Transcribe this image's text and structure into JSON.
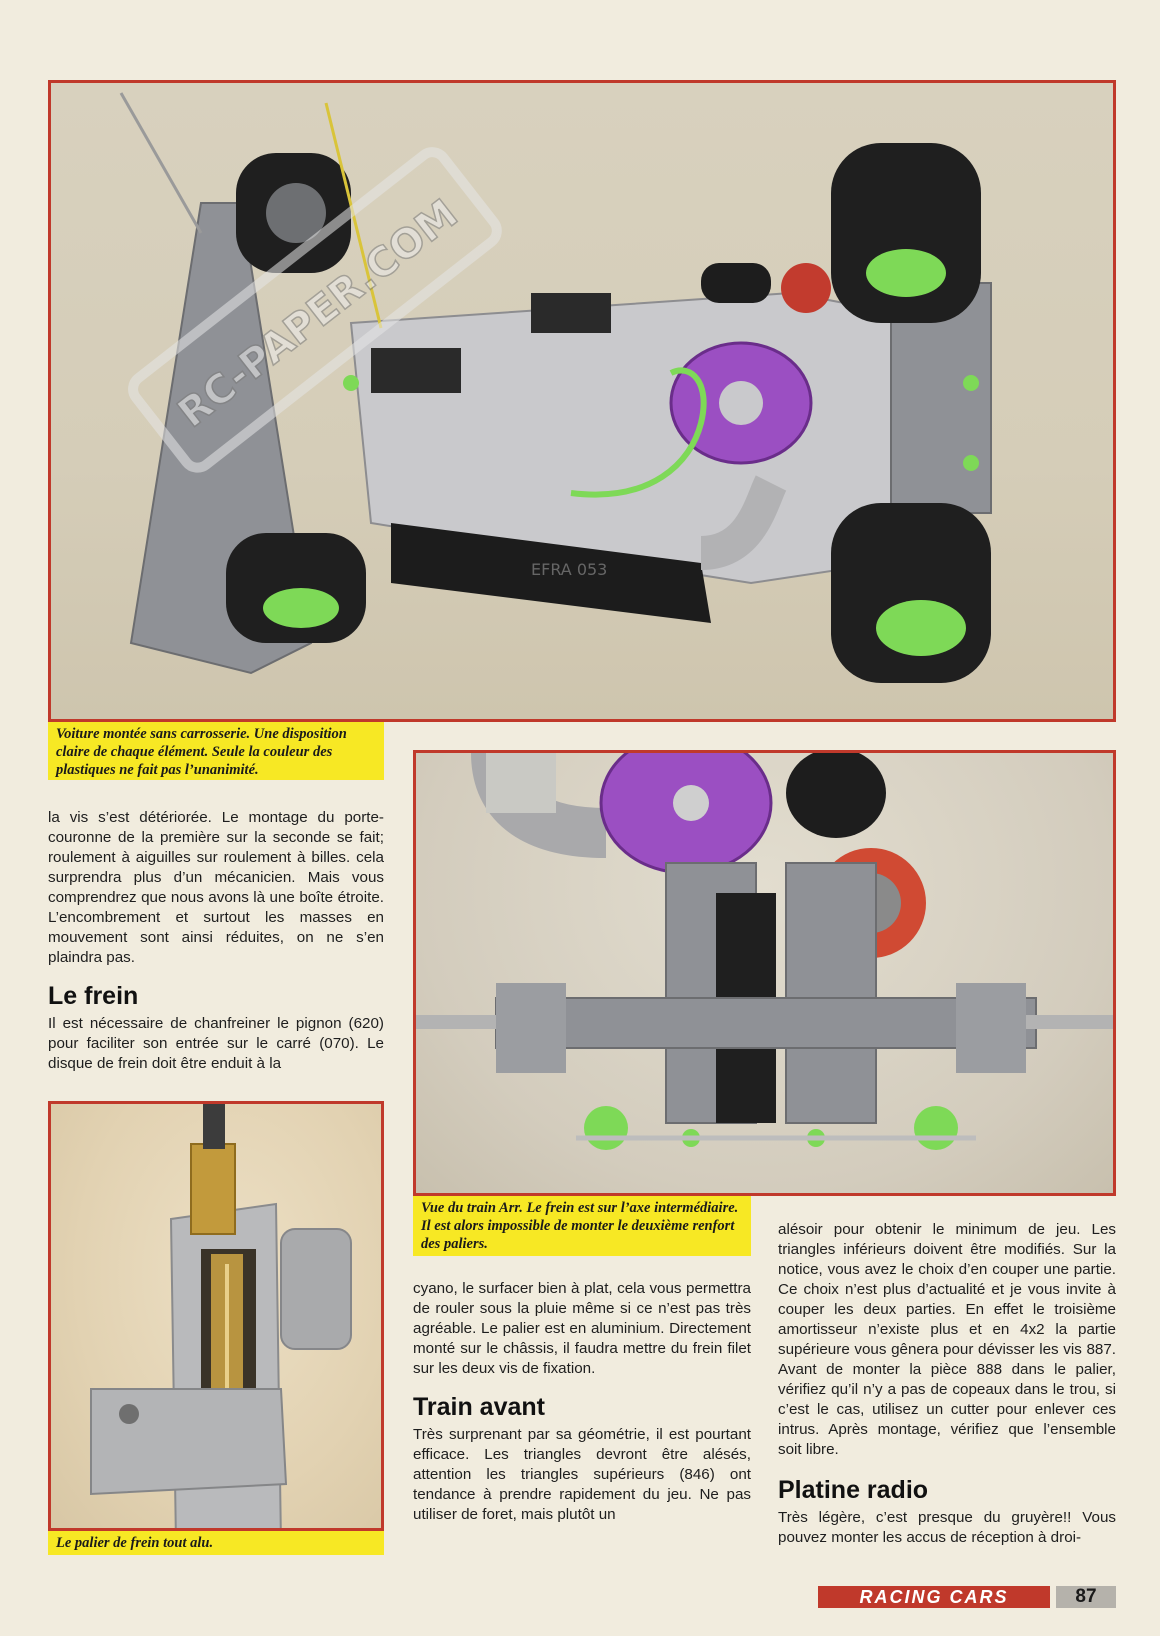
{
  "photos": {
    "car": {
      "watermark": "RC-PAPER.COM"
    }
  },
  "captions": {
    "car": "Voiture montée sans carrosserie. Une disposition claire de chaque élément. Seule la couleur des plastiques ne fait pas l’unanimité.",
    "rear": "Vue du train Arr. Le frein est sur l’axe intermédiaire. Il est alors impossible de monter le deuxième renfort des paliers.",
    "brake": "Le palier de frein tout alu."
  },
  "article": {
    "col1": {
      "intro": "la vis s’est détériorée. Le montage du porte-couronne de la première sur la seconde se fait; roulement à aiguilles sur roulement à billes. cela surprendra plus d’un mécanicien. Mais vous comprendrez que nous avons là une boîte étroite. L’encombrement et surtout les masses en mouvement sont ainsi réduites, on ne s’en plaindra pas.",
      "heading_brake": "Le frein",
      "brake_text": "Il est nécessaire de chanfreiner le pignon (620) pour faciliter son entrée sur le carré (070). Le disque de frein doit être enduit à la"
    },
    "col2": {
      "text": "cyano, le surfacer bien à plat, cela vous permettra de rouler sous la pluie même si ce n’est pas très agréable. Le palier est en aluminium. Directement monté sur le châssis, il faudra mettre du frein filet sur les deux vis de fixation.",
      "heading_front": "Train avant",
      "front_text": "Très surprenant par sa géométrie, il est pourtant efficace. Les triangles devront être alésés, attention les triangles supérieurs (846) ont tendance à prendre rapidement du jeu. Ne pas utiliser de foret, mais plutôt un"
    },
    "col3": {
      "text": "alésoir pour obtenir le minimum de jeu. Les triangles inférieurs doivent être modifiés. Sur la notice, vous avez le choix d’en couper une partie. Ce choix n’est plus d’actualité et je vous invite à couper les deux parties. En effet le troisième amortisseur n’existe plus et en 4x2 la partie supérieure vous gênera pour dévisser les vis 887. Avant de monter la pièce 888 dans le palier, vérifiez qu’il n’y a pas de copeaux dans le trou, si c’est le cas, utilisez un cutter pour enlever ces intrus. Après montage, vérifiez que l’ensemble soit libre.",
      "heading_radio": "Platine radio",
      "radio_text": "Très légère, c’est presque du gruyère!! Vous pouvez monter les accus de réception à droi-"
    }
  },
  "footer": {
    "magazine": "RACING CARS",
    "page_number": "87"
  },
  "colors": {
    "frame": "#c0392b",
    "caption_bg": "#f7e824",
    "plastic": "#8f9196",
    "green_parts": "#7ed957",
    "engine_head": "#9b4fc2"
  }
}
